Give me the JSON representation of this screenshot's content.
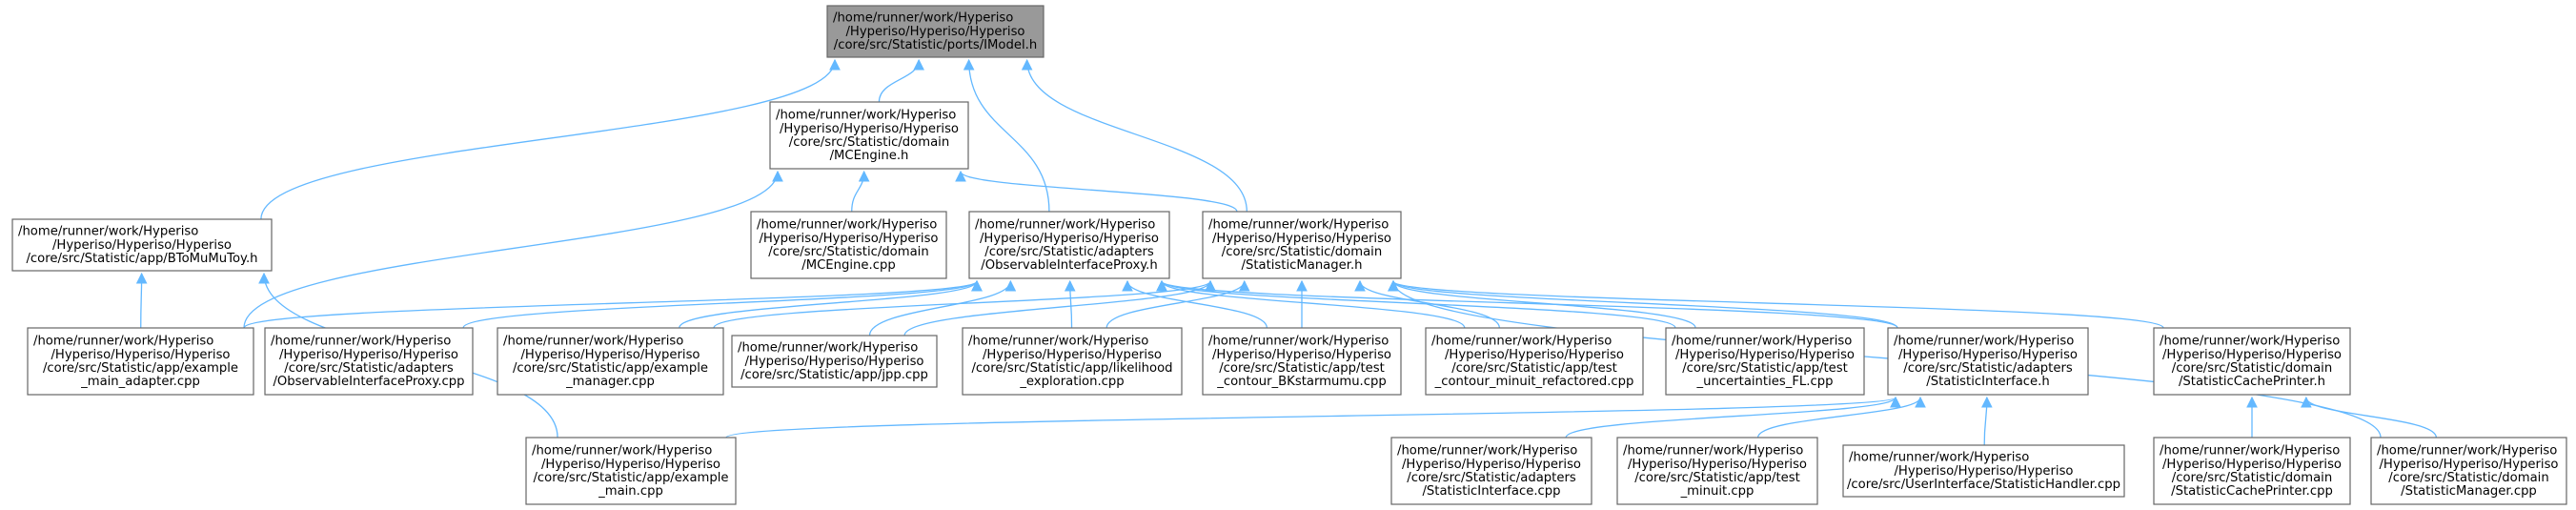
{
  "colors": {
    "edge": "#63b8ff",
    "node_border": "#666666",
    "root_fill": "#999999",
    "node_fill": "#ffffff"
  },
  "nodes": [
    {
      "id": "imodel",
      "root": true,
      "lines": [
        "/home/runner/work/Hyperiso",
        "/Hyperiso/Hyperiso/Hyperiso",
        "/core/src/Statistic/ports/IModel.h"
      ]
    },
    {
      "id": "mcengine_h",
      "lines": [
        "/home/runner/work/Hyperiso",
        "/Hyperiso/Hyperiso/Hyperiso",
        "/core/src/Statistic/domain",
        "/MCEngine.h"
      ]
    },
    {
      "id": "btomumutoy",
      "lines": [
        "/home/runner/work/Hyperiso",
        "/Hyperiso/Hyperiso/Hyperiso",
        "/core/src/Statistic/app/BToMuMuToy.h"
      ]
    },
    {
      "id": "mcengine_cpp",
      "lines": [
        "/home/runner/work/Hyperiso",
        "/Hyperiso/Hyperiso/Hyperiso",
        "/core/src/Statistic/domain",
        "/MCEngine.cpp"
      ]
    },
    {
      "id": "obsproxy_h",
      "lines": [
        "/home/runner/work/Hyperiso",
        "/Hyperiso/Hyperiso/Hyperiso",
        "/core/src/Statistic/adapters",
        "/ObservableInterfaceProxy.h"
      ]
    },
    {
      "id": "statmanager_h",
      "lines": [
        "/home/runner/work/Hyperiso",
        "/Hyperiso/Hyperiso/Hyperiso",
        "/core/src/Statistic/domain",
        "/StatisticManager.h"
      ]
    },
    {
      "id": "example_main_adapter",
      "lines": [
        "/home/runner/work/Hyperiso",
        "/Hyperiso/Hyperiso/Hyperiso",
        "/core/src/Statistic/app/example",
        "_main_adapter.cpp"
      ]
    },
    {
      "id": "obsproxy_cpp",
      "lines": [
        "/home/runner/work/Hyperiso",
        "/Hyperiso/Hyperiso/Hyperiso",
        "/core/src/Statistic/adapters",
        "/ObservableInterfaceProxy.cpp"
      ]
    },
    {
      "id": "example_manager",
      "lines": [
        "/home/runner/work/Hyperiso",
        "/Hyperiso/Hyperiso/Hyperiso",
        "/core/src/Statistic/app/example",
        "_manager.cpp"
      ]
    },
    {
      "id": "jpp",
      "lines": [
        "/home/runner/work/Hyperiso",
        "/Hyperiso/Hyperiso/Hyperiso",
        "/core/src/Statistic/app/jpp.cpp"
      ]
    },
    {
      "id": "likelihood",
      "lines": [
        "/home/runner/work/Hyperiso",
        "/Hyperiso/Hyperiso/Hyperiso",
        "/core/src/Statistic/app/likelihood",
        "_exploration.cpp"
      ]
    },
    {
      "id": "contour_bk",
      "lines": [
        "/home/runner/work/Hyperiso",
        "/Hyperiso/Hyperiso/Hyperiso",
        "/core/src/Statistic/app/test",
        "_contour_BKstarmumu.cpp"
      ]
    },
    {
      "id": "contour_minuit",
      "lines": [
        "/home/runner/work/Hyperiso",
        "/Hyperiso/Hyperiso/Hyperiso",
        "/core/src/Statistic/app/test",
        "_contour_minuit_refactored.cpp"
      ]
    },
    {
      "id": "uncert",
      "lines": [
        "/home/runner/work/Hyperiso",
        "/Hyperiso/Hyperiso/Hyperiso",
        "/core/src/Statistic/app/test",
        "_uncertainties_FL.cpp"
      ]
    },
    {
      "id": "statiface_h",
      "lines": [
        "/home/runner/work/Hyperiso",
        "/Hyperiso/Hyperiso/Hyperiso",
        "/core/src/Statistic/adapters",
        "/StatisticInterface.h"
      ]
    },
    {
      "id": "cacheprinter_h",
      "lines": [
        "/home/runner/work/Hyperiso",
        "/Hyperiso/Hyperiso/Hyperiso",
        "/core/src/Statistic/domain",
        "/StatisticCachePrinter.h"
      ]
    },
    {
      "id": "example_main",
      "lines": [
        "/home/runner/work/Hyperiso",
        "/Hyperiso/Hyperiso/Hyperiso",
        "/core/src/Statistic/app/example",
        "_main.cpp"
      ]
    },
    {
      "id": "statiface_cpp",
      "lines": [
        "/home/runner/work/Hyperiso",
        "/Hyperiso/Hyperiso/Hyperiso",
        "/core/src/Statistic/adapters",
        "/StatisticInterface.cpp"
      ]
    },
    {
      "id": "test_minuit",
      "lines": [
        "/home/runner/work/Hyperiso",
        "/Hyperiso/Hyperiso/Hyperiso",
        "/core/src/Statistic/app/test",
        "_minuit.cpp"
      ]
    },
    {
      "id": "stathandler",
      "lines": [
        "/home/runner/work/Hyperiso",
        "/Hyperiso/Hyperiso/Hyperiso",
        "/core/src/UserInterface/StatisticHandler.cpp"
      ]
    },
    {
      "id": "cacheprinter_cpp",
      "lines": [
        "/home/runner/work/Hyperiso",
        "/Hyperiso/Hyperiso/Hyperiso",
        "/core/src/Statistic/domain",
        "/StatisticCachePrinter.cpp"
      ]
    },
    {
      "id": "statmanager_cpp",
      "lines": [
        "/home/runner/work/Hyperiso",
        "/Hyperiso/Hyperiso/Hyperiso",
        "/core/src/Statistic/domain",
        "/StatisticManager.cpp"
      ]
    }
  ],
  "edges": [
    [
      "mcengine_h",
      "imodel"
    ],
    [
      "btomumutoy",
      "imodel"
    ],
    [
      "obsproxy_h",
      "imodel"
    ],
    [
      "statmanager_h",
      "imodel"
    ],
    [
      "mcengine_cpp",
      "mcengine_h"
    ],
    [
      "statmanager_h",
      "mcengine_h"
    ],
    [
      "example_main_adapter",
      "mcengine_h"
    ],
    [
      "example_main_adapter",
      "btomumutoy"
    ],
    [
      "example_main",
      "btomumutoy"
    ],
    [
      "example_main_adapter",
      "obsproxy_h"
    ],
    [
      "obsproxy_cpp",
      "obsproxy_h"
    ],
    [
      "example_manager",
      "obsproxy_h"
    ],
    [
      "jpp",
      "obsproxy_h"
    ],
    [
      "likelihood",
      "obsproxy_h"
    ],
    [
      "contour_bk",
      "obsproxy_h"
    ],
    [
      "contour_minuit",
      "obsproxy_h"
    ],
    [
      "uncert",
      "obsproxy_h"
    ],
    [
      "statiface_h",
      "obsproxy_h"
    ],
    [
      "example_manager",
      "statmanager_h"
    ],
    [
      "jpp",
      "statmanager_h"
    ],
    [
      "likelihood",
      "statmanager_h"
    ],
    [
      "contour_bk",
      "statmanager_h"
    ],
    [
      "contour_minuit",
      "statmanager_h"
    ],
    [
      "uncert",
      "statmanager_h"
    ],
    [
      "statiface_h",
      "statmanager_h"
    ],
    [
      "cacheprinter_h",
      "statmanager_h"
    ],
    [
      "statmanager_cpp",
      "statmanager_h"
    ],
    [
      "example_main",
      "statiface_h"
    ],
    [
      "statiface_cpp",
      "statiface_h"
    ],
    [
      "test_minuit",
      "statiface_h"
    ],
    [
      "stathandler",
      "statiface_h"
    ],
    [
      "cacheprinter_cpp",
      "cacheprinter_h"
    ],
    [
      "statmanager_cpp",
      "cacheprinter_h"
    ]
  ]
}
